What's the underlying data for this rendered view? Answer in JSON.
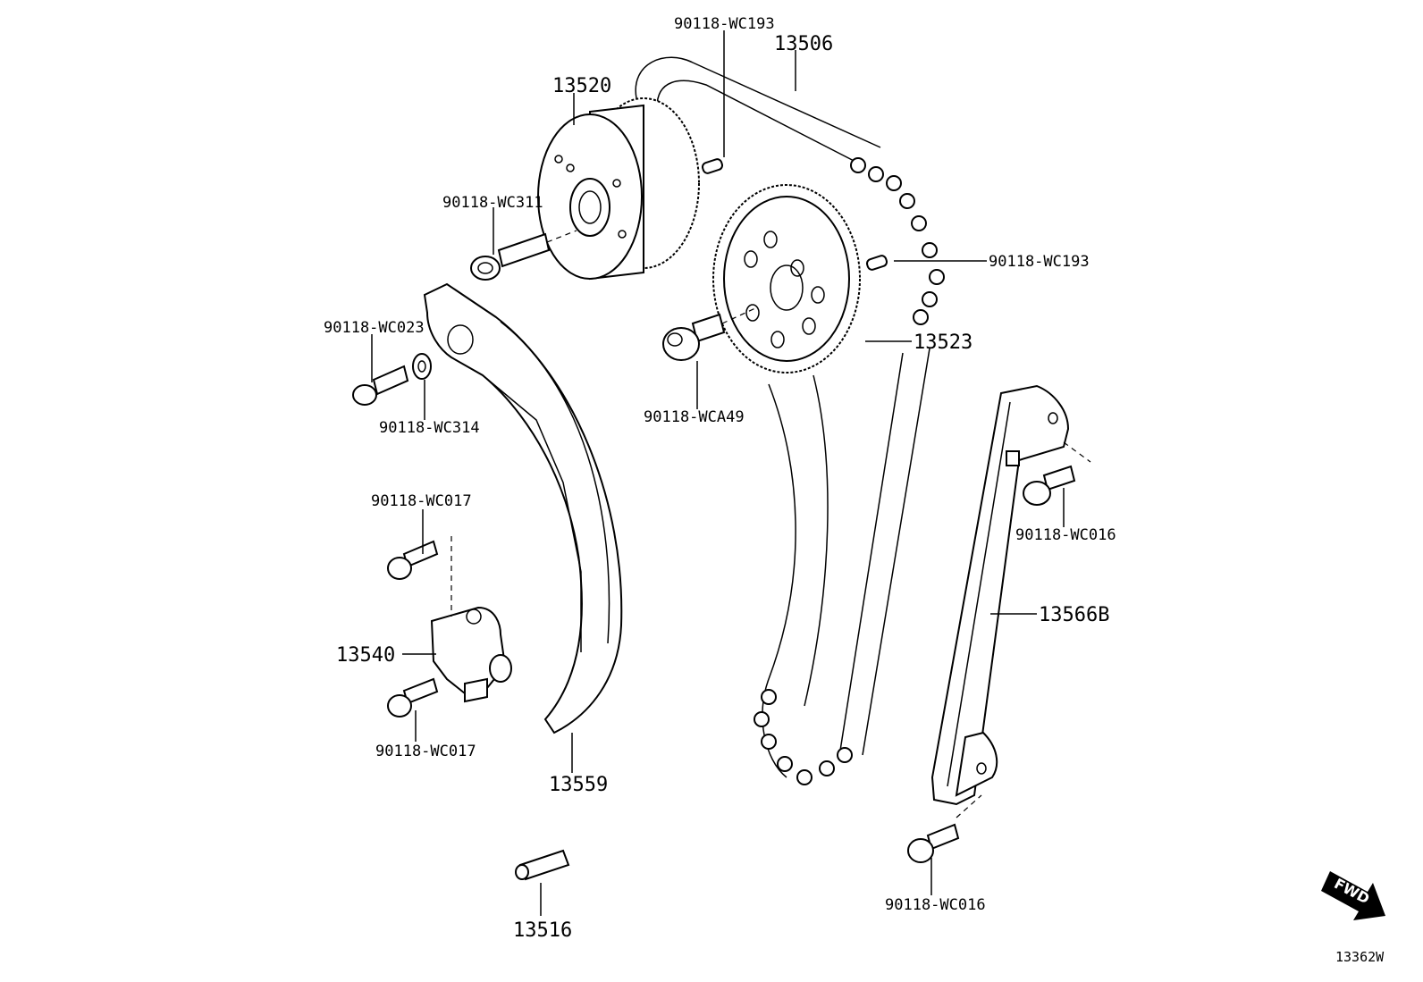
{
  "labels": {
    "p13506": "13506",
    "p13520": "13520",
    "wc193_top": "90118-WC193",
    "wc311": "90118-WC311",
    "wc193_right": "90118-WC193",
    "p13523": "13523",
    "wc023": "90118-WC023",
    "wc314": "90118-WC314",
    "wca49": "90118-WCA49",
    "wc017_top": "90118-WC017",
    "p13540": "13540",
    "wc017_bottom": "90118-WC017",
    "p13559": "13559",
    "wc016_right": "90118-WC016",
    "p13566b": "13566B",
    "wc016_bottom": "90118-WC016",
    "p13516": "13516",
    "fwd": "FWD",
    "ref_code": "13362W"
  }
}
